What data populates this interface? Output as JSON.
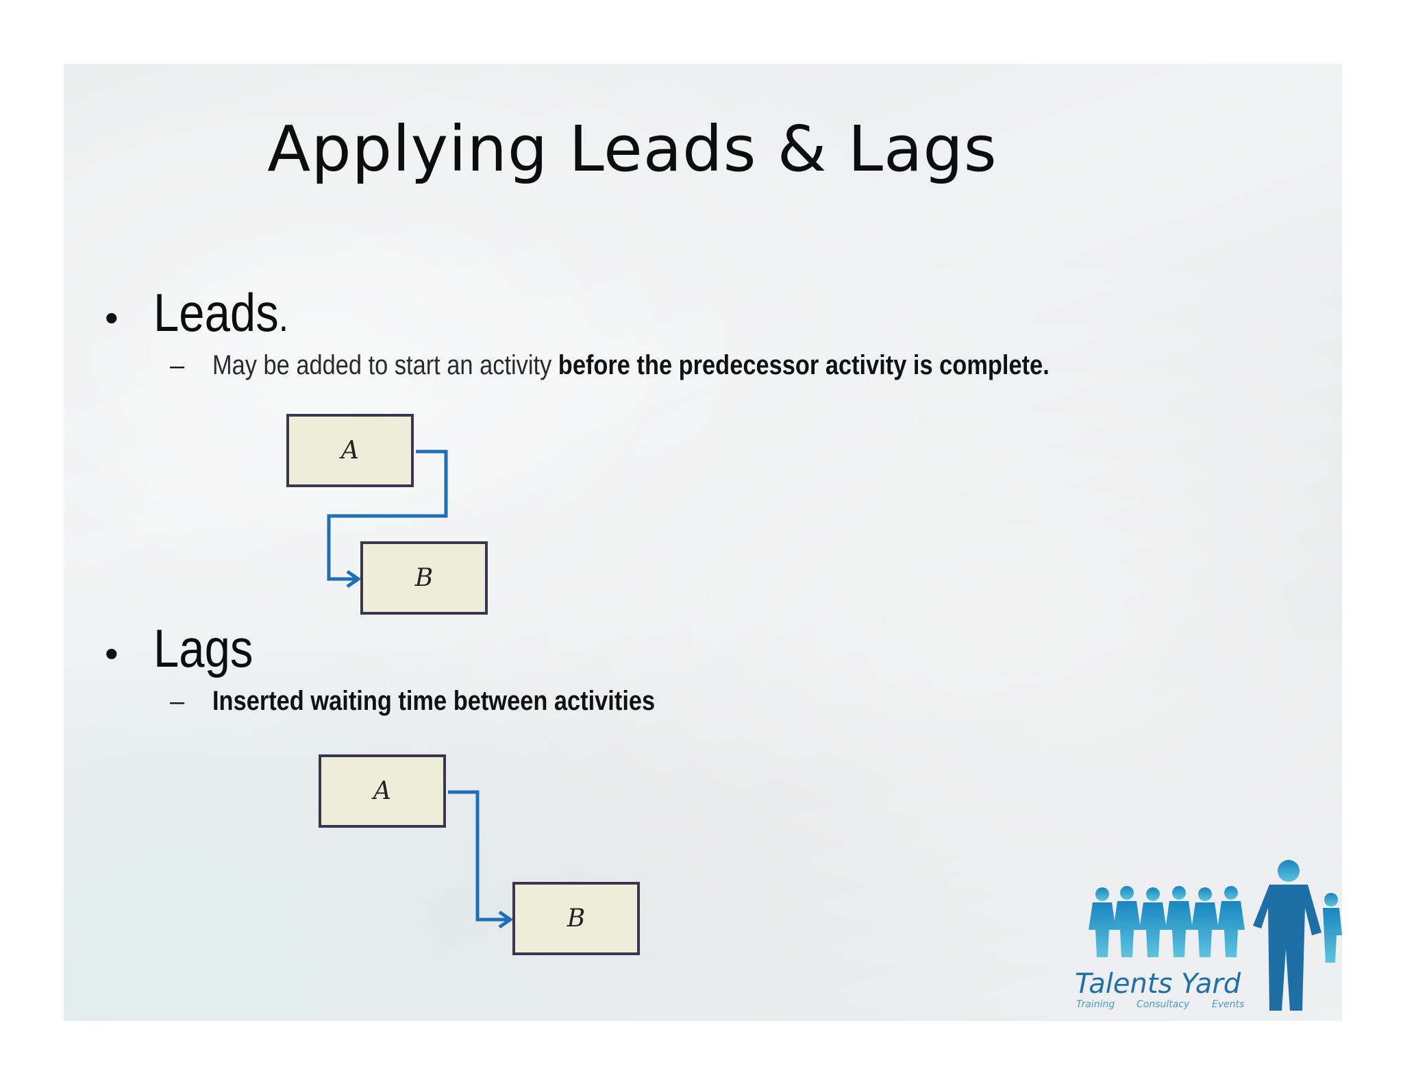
{
  "slide": {
    "title": "Applying Leads & Lags",
    "leads": {
      "bullet": "•",
      "heading": "Leads",
      "heading_suffix": ".",
      "dash": "–",
      "text_light": "May be added to start an activity ",
      "text_bold": "before the predecessor activity is complete.",
      "box_a": "A",
      "box_b": "B"
    },
    "lags": {
      "bullet": "•",
      "heading": "Lags",
      "dash": "–",
      "text_bold": "Inserted waiting time between activities",
      "box_a": "A",
      "box_b": "B"
    },
    "logo": {
      "brand": "Talents Yard",
      "tagline": [
        "Training",
        "Consultacy",
        "Events"
      ]
    }
  },
  "colors": {
    "connector": "#1f6fb8",
    "box_fill": "#eceed9",
    "box_border": "#3b3550",
    "logo_blue": "#1f8fc2"
  }
}
